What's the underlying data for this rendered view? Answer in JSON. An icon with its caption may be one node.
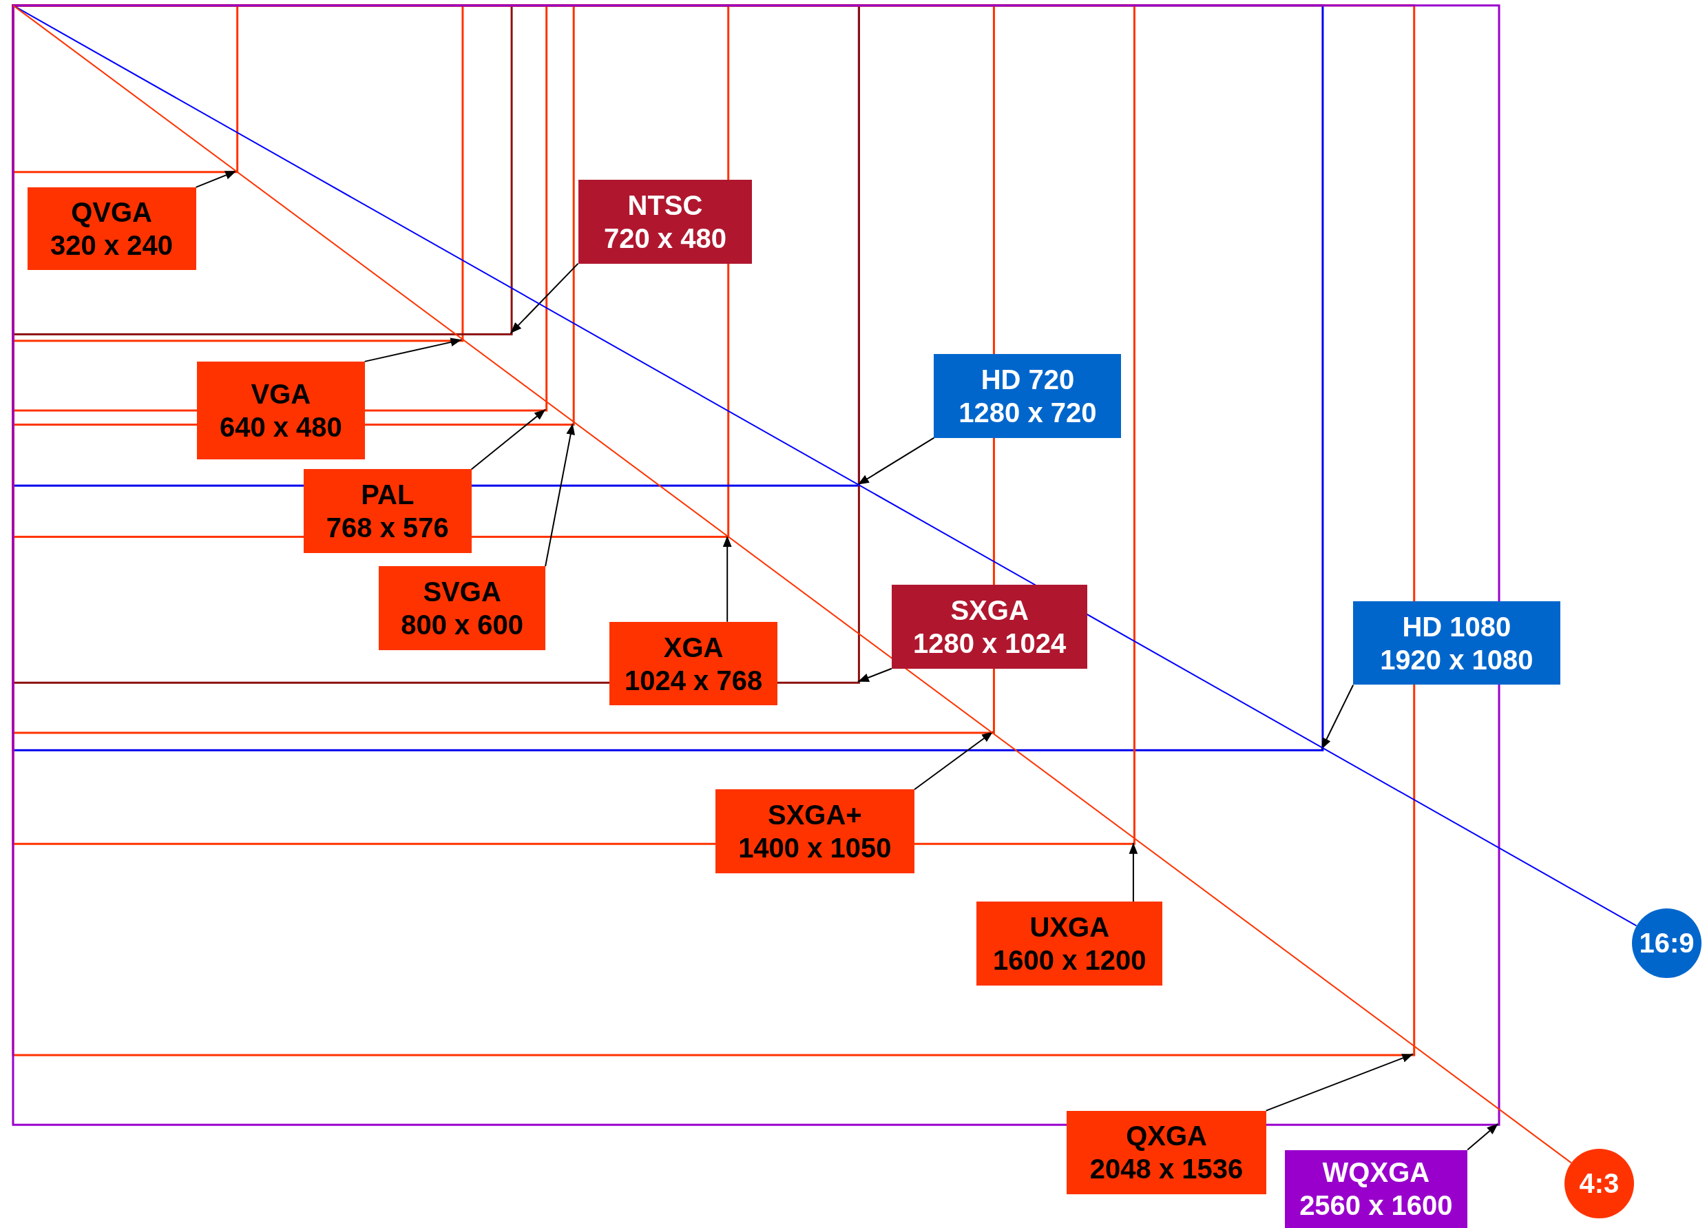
{
  "diagram": {
    "nodes": [
      {
        "text": [
          "QVGA",
          "320 x 240"
        ]
      },
      {
        "text": [
          "VGA",
          "640 x 480"
        ]
      },
      {
        "text": [
          "NTSC",
          "720 x 480"
        ]
      },
      {
        "text": [
          "PAL",
          "768 x 576"
        ]
      },
      {
        "text": [
          "SVGA",
          "800 x 600"
        ]
      },
      {
        "text": [
          "XGA",
          "1024 x 768"
        ]
      },
      {
        "text": [
          "HD 720",
          "1280 x 720"
        ]
      },
      {
        "text": [
          "SXGA",
          "1280 x 1024"
        ]
      },
      {
        "text": [
          "SXGA+",
          "1400 x 1050"
        ]
      },
      {
        "text": [
          "HD 1080",
          "1920 x 1080"
        ]
      },
      {
        "text": [
          "UXGA",
          "1600 x 1200"
        ]
      },
      {
        "text": [
          "QXGA",
          "2048 x 1536"
        ]
      },
      {
        "text": [
          "WQXGA",
          "2560 x 1600"
        ]
      },
      {
        "text": [
          "16:9"
        ]
      },
      {
        "text": [
          "4:3"
        ]
      }
    ],
    "edges": [
      {
        "from": 0,
        "to": null,
        "arrow": "to"
      },
      {
        "from": 1,
        "to": null,
        "arrow": "to"
      },
      {
        "from": 2,
        "to": null,
        "arrow": "to"
      },
      {
        "from": 3,
        "to": null,
        "arrow": "to"
      },
      {
        "from": 4,
        "to": null,
        "arrow": "to"
      },
      {
        "from": 5,
        "to": null,
        "arrow": "to"
      },
      {
        "from": 6,
        "to": null,
        "arrow": "to"
      },
      {
        "from": 7,
        "to": null,
        "arrow": "to"
      },
      {
        "from": 8,
        "to": null,
        "arrow": "to"
      },
      {
        "from": 9,
        "to": null,
        "arrow": "to"
      },
      {
        "from": 10,
        "to": null,
        "arrow": "to"
      },
      {
        "from": 11,
        "to": null,
        "arrow": "to"
      },
      {
        "from": 12,
        "to": null,
        "arrow": "to"
      },
      {
        "from": null,
        "to": 13,
        "arrow": "none",
        "color": "#0000ff"
      },
      {
        "from": null,
        "to": 14,
        "arrow": "none",
        "color": "#ff3300"
      }
    ]
  }
}
